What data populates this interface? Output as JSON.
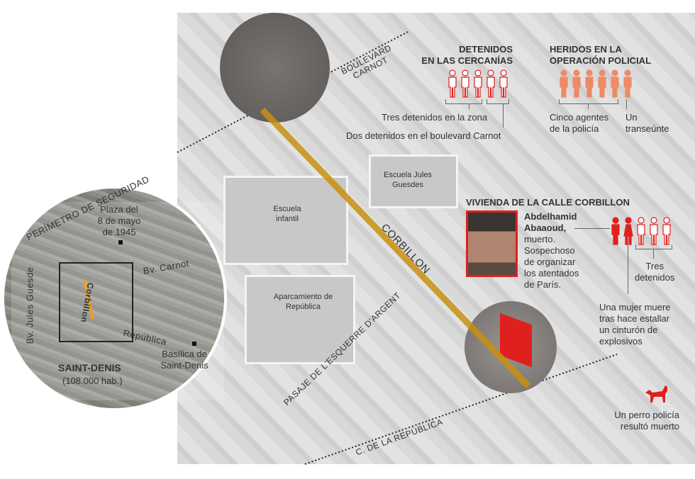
{
  "streets": {
    "carnot": "BOULEVARD\nCARNOT",
    "carnot_1": "BOULEVARD",
    "carnot_2": "CARNOT",
    "corbillon": "CORBILLON",
    "esquerre": "PASAJE DE L'ESQUERRE D'ARGENT",
    "republica": "C. DE LA REPÚBLICA"
  },
  "places": {
    "escuela_jg": "Escuela Jules Guesdes",
    "escuela_inf": "Escuela infantil",
    "aparcamiento": "Aparcamiento de República"
  },
  "detenidos": {
    "title_1": "DETENIDOS",
    "title_2": "EN LAS CERCANÍAS",
    "count": 5,
    "zona": "Tres detenidos en la zona",
    "carnot": "Dos detenidos en el boulevard Carnot"
  },
  "heridos": {
    "title_1": "HERIDOS EN LA",
    "title_2": "OPERACIÓN POLICIAL",
    "count": 6,
    "agentes_1": "Cinco agentes",
    "agentes_2": "de la policía",
    "transeunte_1": "Un",
    "transeunte_2": "transeúnte"
  },
  "vivienda": {
    "title": "VIVIENDA DE LA CALLE CORBILLON",
    "name_1": "Abdelhamid",
    "name_2": "Abaaoud,",
    "desc": [
      "muerto.",
      "Sospechoso",
      "de organizar",
      "los atentados",
      "de París."
    ],
    "tres_1": "Tres",
    "tres_2": "detenidos",
    "mujer": [
      "Una mujer muere",
      "tras hace estallar",
      "un cinturón de",
      "explosivos"
    ]
  },
  "perro": {
    "line1": "Un perro policía",
    "line2": "resultó muerto"
  },
  "inset": {
    "perimetro": "PERÍMETRO DE SEGURIDAD",
    "plaza": [
      "Plaza del",
      "8 de mayo",
      "de 1945"
    ],
    "carnot": "Bv. Carnot",
    "guesde": "Bv. Jules Guesde",
    "corbillon": "Corbillon",
    "republica": "República",
    "basilica_1": "Basílica de",
    "basilica_2": "Saint-Denis",
    "city": "SAINT-DENIS",
    "pop": "(108.000 hab.)"
  },
  "colors": {
    "red": "#e0201f",
    "orange": "#ee8a66",
    "gold": "#c8900f"
  }
}
